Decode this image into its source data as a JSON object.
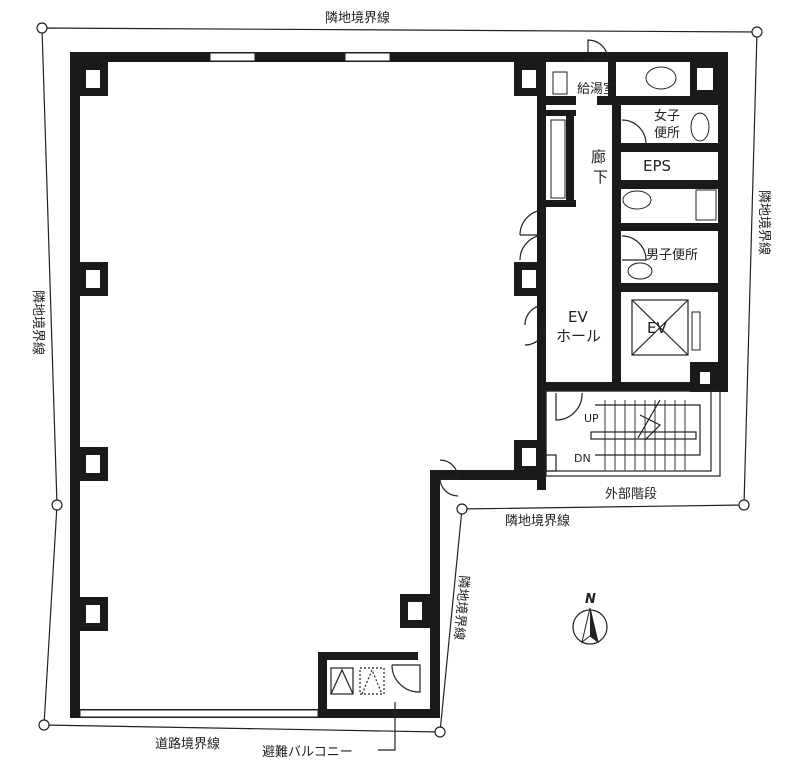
{
  "labels": {
    "boundary_top": "隣地境界線",
    "boundary_left": "隣地境界線",
    "boundary_right": "隣地境界線",
    "boundary_mid": "隣地境界線",
    "boundary_lower_right": "隣地境界線",
    "road_boundary": "道路境界線",
    "kitchenette": "給湯室",
    "womens_toilet_1": "女子",
    "womens_toilet_2": "便所",
    "corridor_1": "廊",
    "corridor_2": "下",
    "eps": "EPS",
    "mens_toilet": "男子便所",
    "ev_hall_1": "EV",
    "ev_hall_2": "ホール",
    "ev": "EV",
    "stair_up": "UP",
    "stair_down": "DN",
    "external_stairs": "外部階段",
    "evacuation_balcony": "避難バルコニー",
    "north": "N"
  }
}
